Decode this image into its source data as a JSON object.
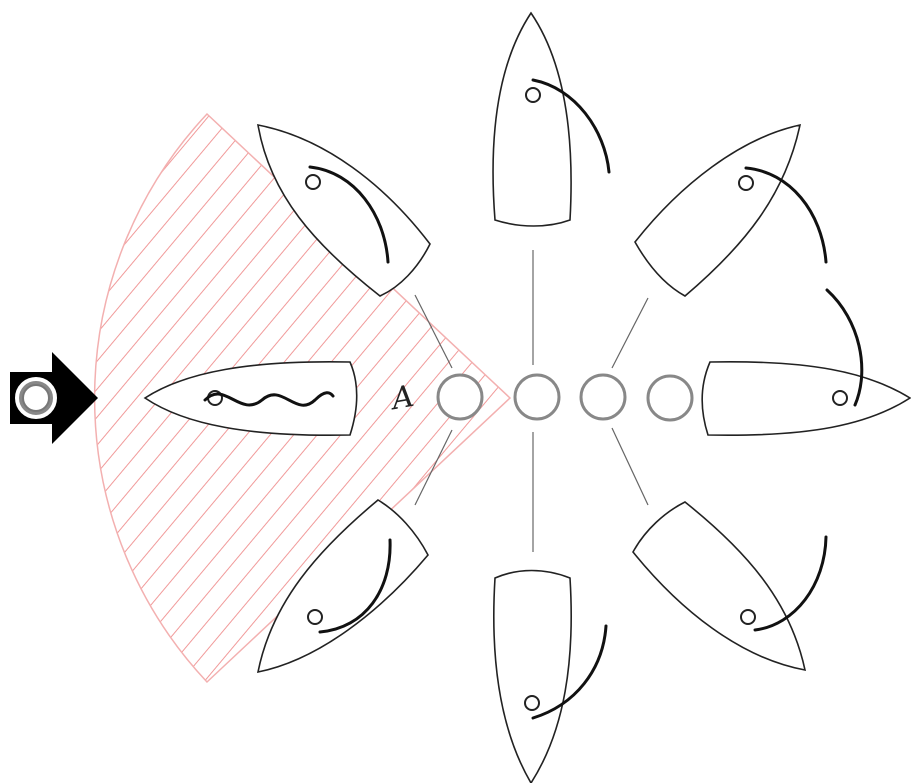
{
  "diagram": {
    "center_label": "A",
    "zone_color": "#f19a9a",
    "hull_stroke_color": "#222222",
    "buoy_color": "#888888",
    "marker_icon": "arrow-with-circle-icon",
    "boats": [
      {
        "id": "north",
        "rudder": "curved"
      },
      {
        "id": "north-east",
        "rudder": "curved"
      },
      {
        "id": "east",
        "rudder": "curved"
      },
      {
        "id": "south-east",
        "rudder": "curved"
      },
      {
        "id": "south",
        "rudder": "curved"
      },
      {
        "id": "south-west",
        "rudder": "curved"
      },
      {
        "id": "west",
        "rudder": "wavy"
      },
      {
        "id": "north-west",
        "rudder": "curved"
      }
    ]
  }
}
